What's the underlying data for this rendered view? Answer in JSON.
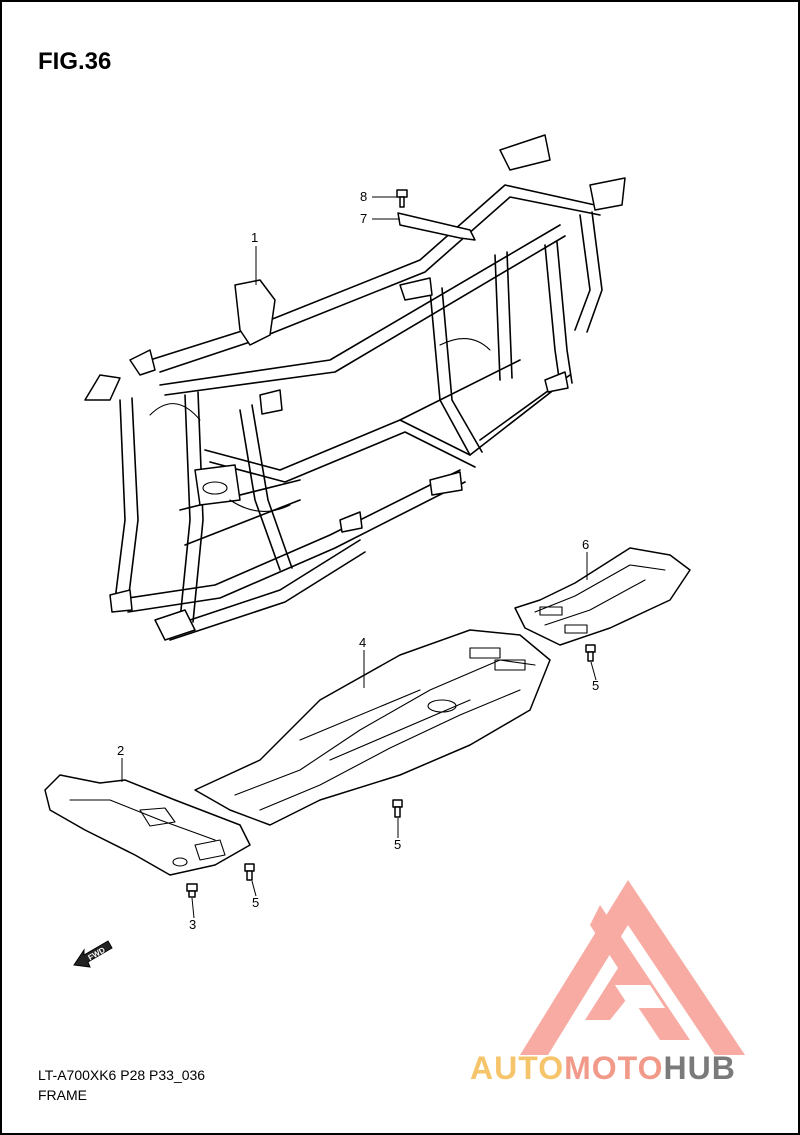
{
  "figure": {
    "title": "FIG.36",
    "footer_code": "LT-A700XK6 P28 P33_036",
    "footer_name": "FRAME"
  },
  "callouts": {
    "c1": "1",
    "c2": "2",
    "c3": "3",
    "c4": "4",
    "c5a": "5",
    "c5b": "5",
    "c5c": "5",
    "c6": "6",
    "c7": "7",
    "c8": "8"
  },
  "fwd_label": "FWD",
  "watermark": {
    "part1": "AUTO",
    "part2": "MOTO",
    "part3": "HUB",
    "colors": {
      "triangle": "#f7a39a",
      "auto": "#f6c46a",
      "moto": "#f29a8a",
      "hub": "#7a7a7a"
    }
  }
}
